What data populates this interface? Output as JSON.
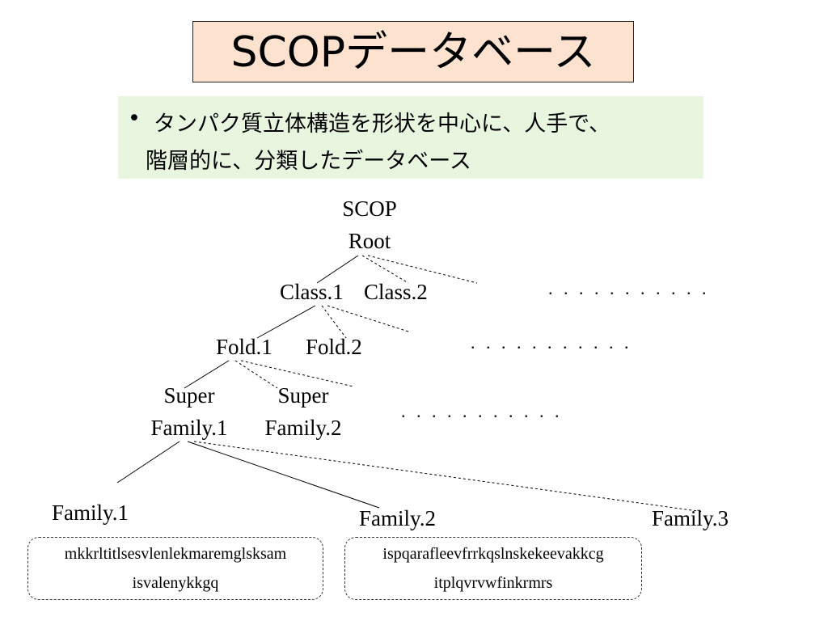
{
  "title": "SCOPデータベース",
  "bullet": {
    "marker": "•",
    "line1": "タンパク質立体構造を形状を中心に、人手で、",
    "line2": "階層的に、分類したデータベース"
  },
  "tree": {
    "root": {
      "line1": "SCOP",
      "line2": "Root"
    },
    "classes": [
      "Class.1",
      "Class.2"
    ],
    "folds": [
      "Fold.1",
      "Fold.2"
    ],
    "superfamilies": [
      {
        "line1": "Super",
        "line2": "Family.1"
      },
      {
        "line1": "Super",
        "line2": "Family.2"
      }
    ],
    "families": [
      "Family.1",
      "Family.2",
      "Family.3"
    ],
    "ellipsis": ". . . . . . . . . . .",
    "sequences": [
      {
        "line1": "mkkrltitlsesvlenlekmaremglsksam",
        "line2": "isvalenykkgq"
      },
      {
        "line1": "ispqarafleevfrrkqslnskekeevakkcg",
        "line2": "itplqvrvwfinkrmrs"
      }
    ]
  }
}
